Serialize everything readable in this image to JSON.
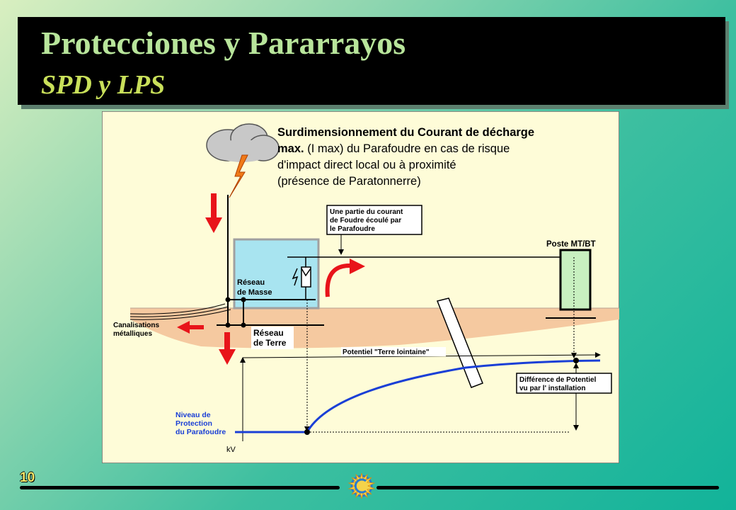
{
  "title": {
    "main": "Protecciones y Pararrayos",
    "sub": "SPD  y LPS"
  },
  "page_number": "10",
  "diagram": {
    "heading": {
      "line1": "Surdimensionnement du Courant de décharge",
      "line2_bold": "max.",
      "line2_rest": " (I max) du Parafoudre en cas de risque",
      "line3": "d'impact direct local ou à proximité",
      "line4": "(présence de Paratonnerre)"
    },
    "callout_current": [
      "Une partie du courant",
      "de Foudre écoulé par",
      "le Parafoudre"
    ],
    "poste": "Poste MT/BT",
    "reseau_masse": [
      "Réseau",
      "de Masse"
    ],
    "reseau_terre": [
      "Réseau",
      "de Terre"
    ],
    "canalisations": [
      "Canalisations",
      "métalliques"
    ],
    "potentiel": "Potentiel \"Terre lointaine\"",
    "difference": [
      "Différence de Potentiel",
      "vu par l' installation"
    ],
    "niveau": [
      "Niveau de",
      "Protection",
      "du Parafoudre"
    ],
    "unit": "kV"
  },
  "colors": {
    "arrow": "#e8141a",
    "curve": "#1a3fd6",
    "panel": "#fefcd8",
    "earth": "#f5c9a0",
    "building": "#a8e4f0",
    "poste": "#c8f0c0"
  }
}
